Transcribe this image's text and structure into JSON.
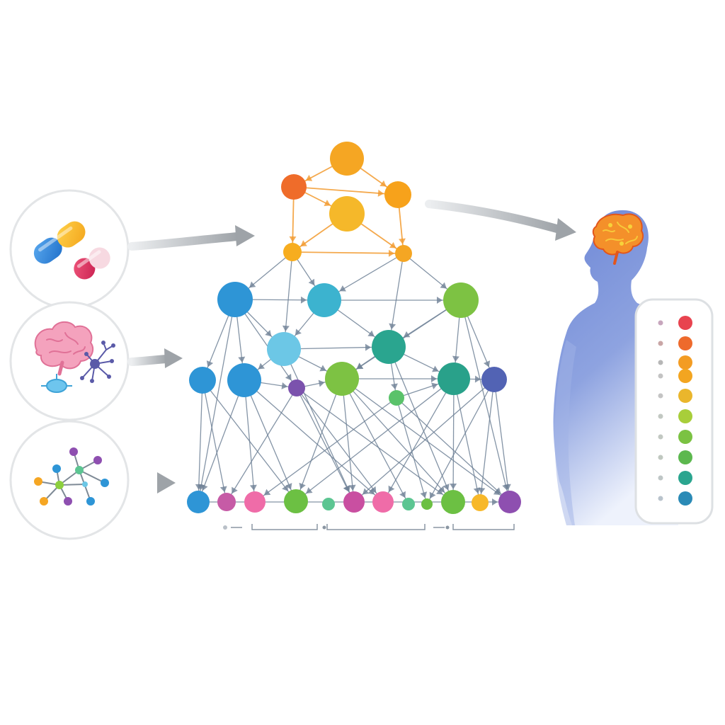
{
  "colors": {
    "background": "#ffffff",
    "edge": "#6f8196",
    "orange_edge": "#f29a2e",
    "arrow": "#9ea3a8",
    "panel_border": "#e4e6e8",
    "silhouette_top": "#6d87d6",
    "silhouette_bottom": "#e9eefb"
  },
  "icons": {
    "input_1": "capsule-pills-icon",
    "input_2": "brain-neuron-icon",
    "input_3": "molecule-network-icon",
    "output": "human-head-brain-icon"
  },
  "network": {
    "nodes": [
      {
        "id": "t1",
        "color": "#f5a623"
      },
      {
        "id": "t2",
        "color": "#ef6c2a"
      },
      {
        "id": "t3",
        "color": "#f7a21b"
      },
      {
        "id": "t4",
        "color": "#f5b82a"
      },
      {
        "id": "t5",
        "color": "#f7ad1f"
      },
      {
        "id": "t6",
        "color": "#f5a623"
      },
      {
        "id": "a1",
        "color": "#2e95d6"
      },
      {
        "id": "a2",
        "color": "#3cb3cf"
      },
      {
        "id": "a3",
        "color": "#7dc243"
      },
      {
        "id": "b1",
        "color": "#6cc7e6"
      },
      {
        "id": "b2",
        "color": "#2aa58f"
      },
      {
        "id": "c1",
        "color": "#2e95d6"
      },
      {
        "id": "c2",
        "color": "#2e95d6"
      },
      {
        "id": "c3",
        "color": "#7b52ad"
      },
      {
        "id": "c4",
        "color": "#7dc243"
      },
      {
        "id": "c5",
        "color": "#5ac26a"
      },
      {
        "id": "c6",
        "color": "#29a18a"
      },
      {
        "id": "c7",
        "color": "#5263b4"
      },
      {
        "id": "d1",
        "color": "#2e95d6"
      },
      {
        "id": "d2",
        "color": "#c65ba6"
      },
      {
        "id": "d3",
        "color": "#ef6ca8"
      },
      {
        "id": "d4",
        "color": "#6cc043"
      },
      {
        "id": "d5",
        "color": "#5cc592"
      },
      {
        "id": "d6",
        "color": "#c94fa1"
      },
      {
        "id": "d7",
        "color": "#ef6ca8"
      },
      {
        "id": "d8",
        "color": "#5cc592"
      },
      {
        "id": "d9",
        "color": "#6cc043"
      },
      {
        "id": "d10",
        "color": "#6cc043"
      },
      {
        "id": "d11",
        "color": "#f7b82a"
      },
      {
        "id": "d12",
        "color": "#8e4fb0"
      }
    ]
  },
  "legend_dots": [
    {
      "small": "#c7a6bd",
      "large": "#e8434f"
    },
    {
      "small": "#c9a6a6",
      "large": "#ee6a2c"
    },
    {
      "small": "#b7b7b7",
      "large": "#f39c23"
    },
    {
      "small": "#c3c3c3",
      "large": "#f3a520"
    },
    {
      "small": "#c4c4c4",
      "large": "#eab62c"
    },
    {
      "small": "#c2c8c2",
      "large": "#a8ce3a"
    },
    {
      "small": "#c2c8c2",
      "large": "#7bc242"
    },
    {
      "small": "#c0c8c0",
      "large": "#5cb84e"
    },
    {
      "small": "#bfc6c6",
      "large": "#2aa58f"
    },
    {
      "small": "#b9c3cc",
      "large": "#2a8ab6"
    }
  ]
}
